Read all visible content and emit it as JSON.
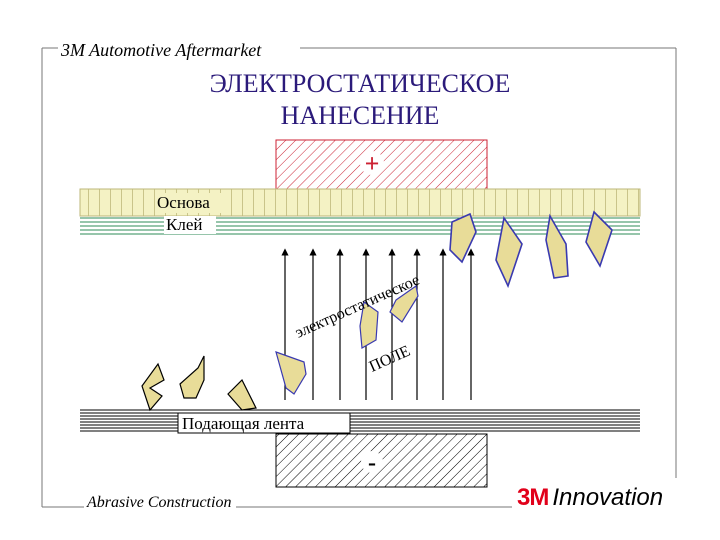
{
  "header": {
    "company": "3M Automotive Aftermarket"
  },
  "title": {
    "line1": "ЭЛЕКТРОСТАТИЧЕСКОЕ",
    "line2": "НАНЕСЕНИЕ"
  },
  "labels": {
    "backing": "Основа",
    "adhesive": "Клей",
    "field_word1": "электростатическое",
    "field_word2": "ПОЛЕ",
    "feed_belt": "Подающая лента",
    "plus": "+",
    "minus": "-"
  },
  "footer": {
    "left": "Abrasive Construction"
  },
  "logo": {
    "mark": "3M",
    "word": "Innovation"
  },
  "colors": {
    "title": "#2b1a7a",
    "backing_band": "#f4f2c4",
    "adhesive_line": "#2e8b57",
    "grain_fill": "#e8dc98",
    "grain_outline": "#3a3ab0",
    "electrode_hatch": "#cc2233",
    "logo_red": "#e1001a"
  },
  "icons": [
    "plus-sign-icon",
    "minus-sign-icon",
    "field-arrow-icon"
  ]
}
